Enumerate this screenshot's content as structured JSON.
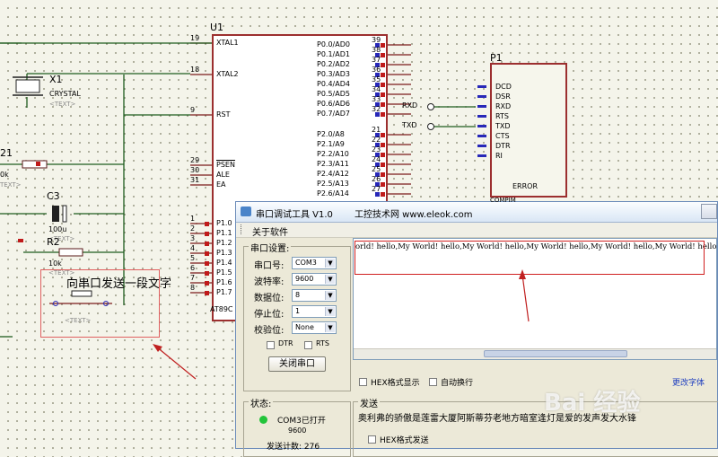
{
  "schematic": {
    "chip": {
      "ref": "U1",
      "part": "AT89C",
      "left_pins": [
        {
          "num": "19",
          "name": "XTAL1"
        },
        {
          "num": "18",
          "name": "XTAL2"
        },
        {
          "num": "9",
          "name": "RST"
        },
        {
          "num": "29",
          "name": "PSEN"
        },
        {
          "num": "30",
          "name": "ALE"
        },
        {
          "num": "31",
          "name": "EA"
        },
        {
          "num": "1",
          "name": "P1.0"
        },
        {
          "num": "2",
          "name": "P1.1"
        },
        {
          "num": "3",
          "name": "P1.2"
        },
        {
          "num": "4",
          "name": "P1.3"
        },
        {
          "num": "5",
          "name": "P1.4"
        },
        {
          "num": "6",
          "name": "P1.5"
        },
        {
          "num": "7",
          "name": "P1.6"
        },
        {
          "num": "8",
          "name": "P1.7"
        }
      ],
      "right_pins": [
        {
          "num": "39",
          "name": "P0.0/AD0"
        },
        {
          "num": "38",
          "name": "P0.1/AD1"
        },
        {
          "num": "37",
          "name": "P0.2/AD2"
        },
        {
          "num": "36",
          "name": "P0.3/AD3"
        },
        {
          "num": "35",
          "name": "P0.4/AD4"
        },
        {
          "num": "34",
          "name": "P0.5/AD5"
        },
        {
          "num": "33",
          "name": "P0.6/AD6"
        },
        {
          "num": "32",
          "name": "P0.7/AD7"
        },
        {
          "num": "21",
          "name": "P2.0/A8"
        },
        {
          "num": "22",
          "name": "P2.1/A9"
        },
        {
          "num": "23",
          "name": "P2.2/A10"
        },
        {
          "num": "24",
          "name": "P2.3/A11"
        },
        {
          "num": "25",
          "name": "P2.4/A12"
        },
        {
          "num": "26",
          "name": "P2.5/A13"
        },
        {
          "num": "27",
          "name": "P2.6/A14"
        }
      ]
    },
    "crystal": {
      "ref": "X1",
      "value": "CRYSTAL",
      "text": "<TEXT>"
    },
    "r1": {
      "ref": "21",
      "value": "0k",
      "text": "TEXT>"
    },
    "c3": {
      "ref": "C3",
      "value": "100u",
      "text": "<TEXT>"
    },
    "r2": {
      "ref": "R2",
      "value": "10k",
      "text": "<TEXT>"
    },
    "button": {
      "text": "<TEXT>"
    },
    "annotation": "向串口发送一段文字",
    "connector": {
      "ref": "P1",
      "pins": [
        "DCD",
        "DSR",
        "RXD",
        "RTS",
        "TXD",
        "CTS",
        "DTR",
        "RI"
      ],
      "label": "COMPIM",
      "error": "ERROR"
    },
    "net_rxd": "RXD",
    "net_txd": "TXD"
  },
  "window": {
    "title": "串口调试工具 V1.0",
    "subtitle": "工控技术网 www.eleok.com",
    "menu": "关于软件",
    "settings": {
      "group_label": "串口设置:",
      "port": {
        "label": "串口号:",
        "value": "COM3"
      },
      "baud": {
        "label": "波特率:",
        "value": "9600"
      },
      "databits": {
        "label": "数据位:",
        "value": "8"
      },
      "stopbits": {
        "label": "停止位:",
        "value": "1"
      },
      "parity": {
        "label": "校验位:",
        "value": "None"
      },
      "dtr": "DTR",
      "rts": "RTS",
      "close_button": "关闭串口"
    },
    "receive_text": "orld! hello,My World! hello,My World! hello,My World! hello,My World! hello,My World! hello,My",
    "rx_options": {
      "hex_display": "HEX格式显示",
      "auto_wrap": "自动换行",
      "change_font": "更改字体"
    },
    "status": {
      "label": "状态:",
      "port_open": "COM3已打开",
      "baud": "9600",
      "send_count": "发送计数: 276",
      "led_color": "#22c43a"
    },
    "send": {
      "label": "发送",
      "text": "奥利弗的骄傲是莲雷大厦阿斯蒂芬老地方暗室逢灯是爱的发声发大水锋",
      "hex_send": "HEX格式发送"
    }
  },
  "watermark": "Bai 经验"
}
